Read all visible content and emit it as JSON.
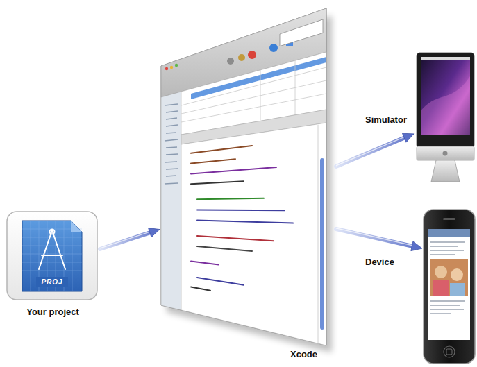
{
  "diagram": {
    "nodes": [
      {
        "text": [
          "Your project"
        ]
      },
      {
        "text": [
          "Xcode"
        ]
      },
      {
        "text": [
          "Simulator"
        ]
      },
      {
        "text": [
          "Device"
        ]
      }
    ],
    "edges": [
      {
        "from": 0,
        "to": 1,
        "arrow": "to"
      },
      {
        "from": 1,
        "to": 2,
        "arrow": "to"
      },
      {
        "from": 1,
        "to": 3,
        "arrow": "to"
      }
    ],
    "labels": [
      "PROJ"
    ]
  }
}
